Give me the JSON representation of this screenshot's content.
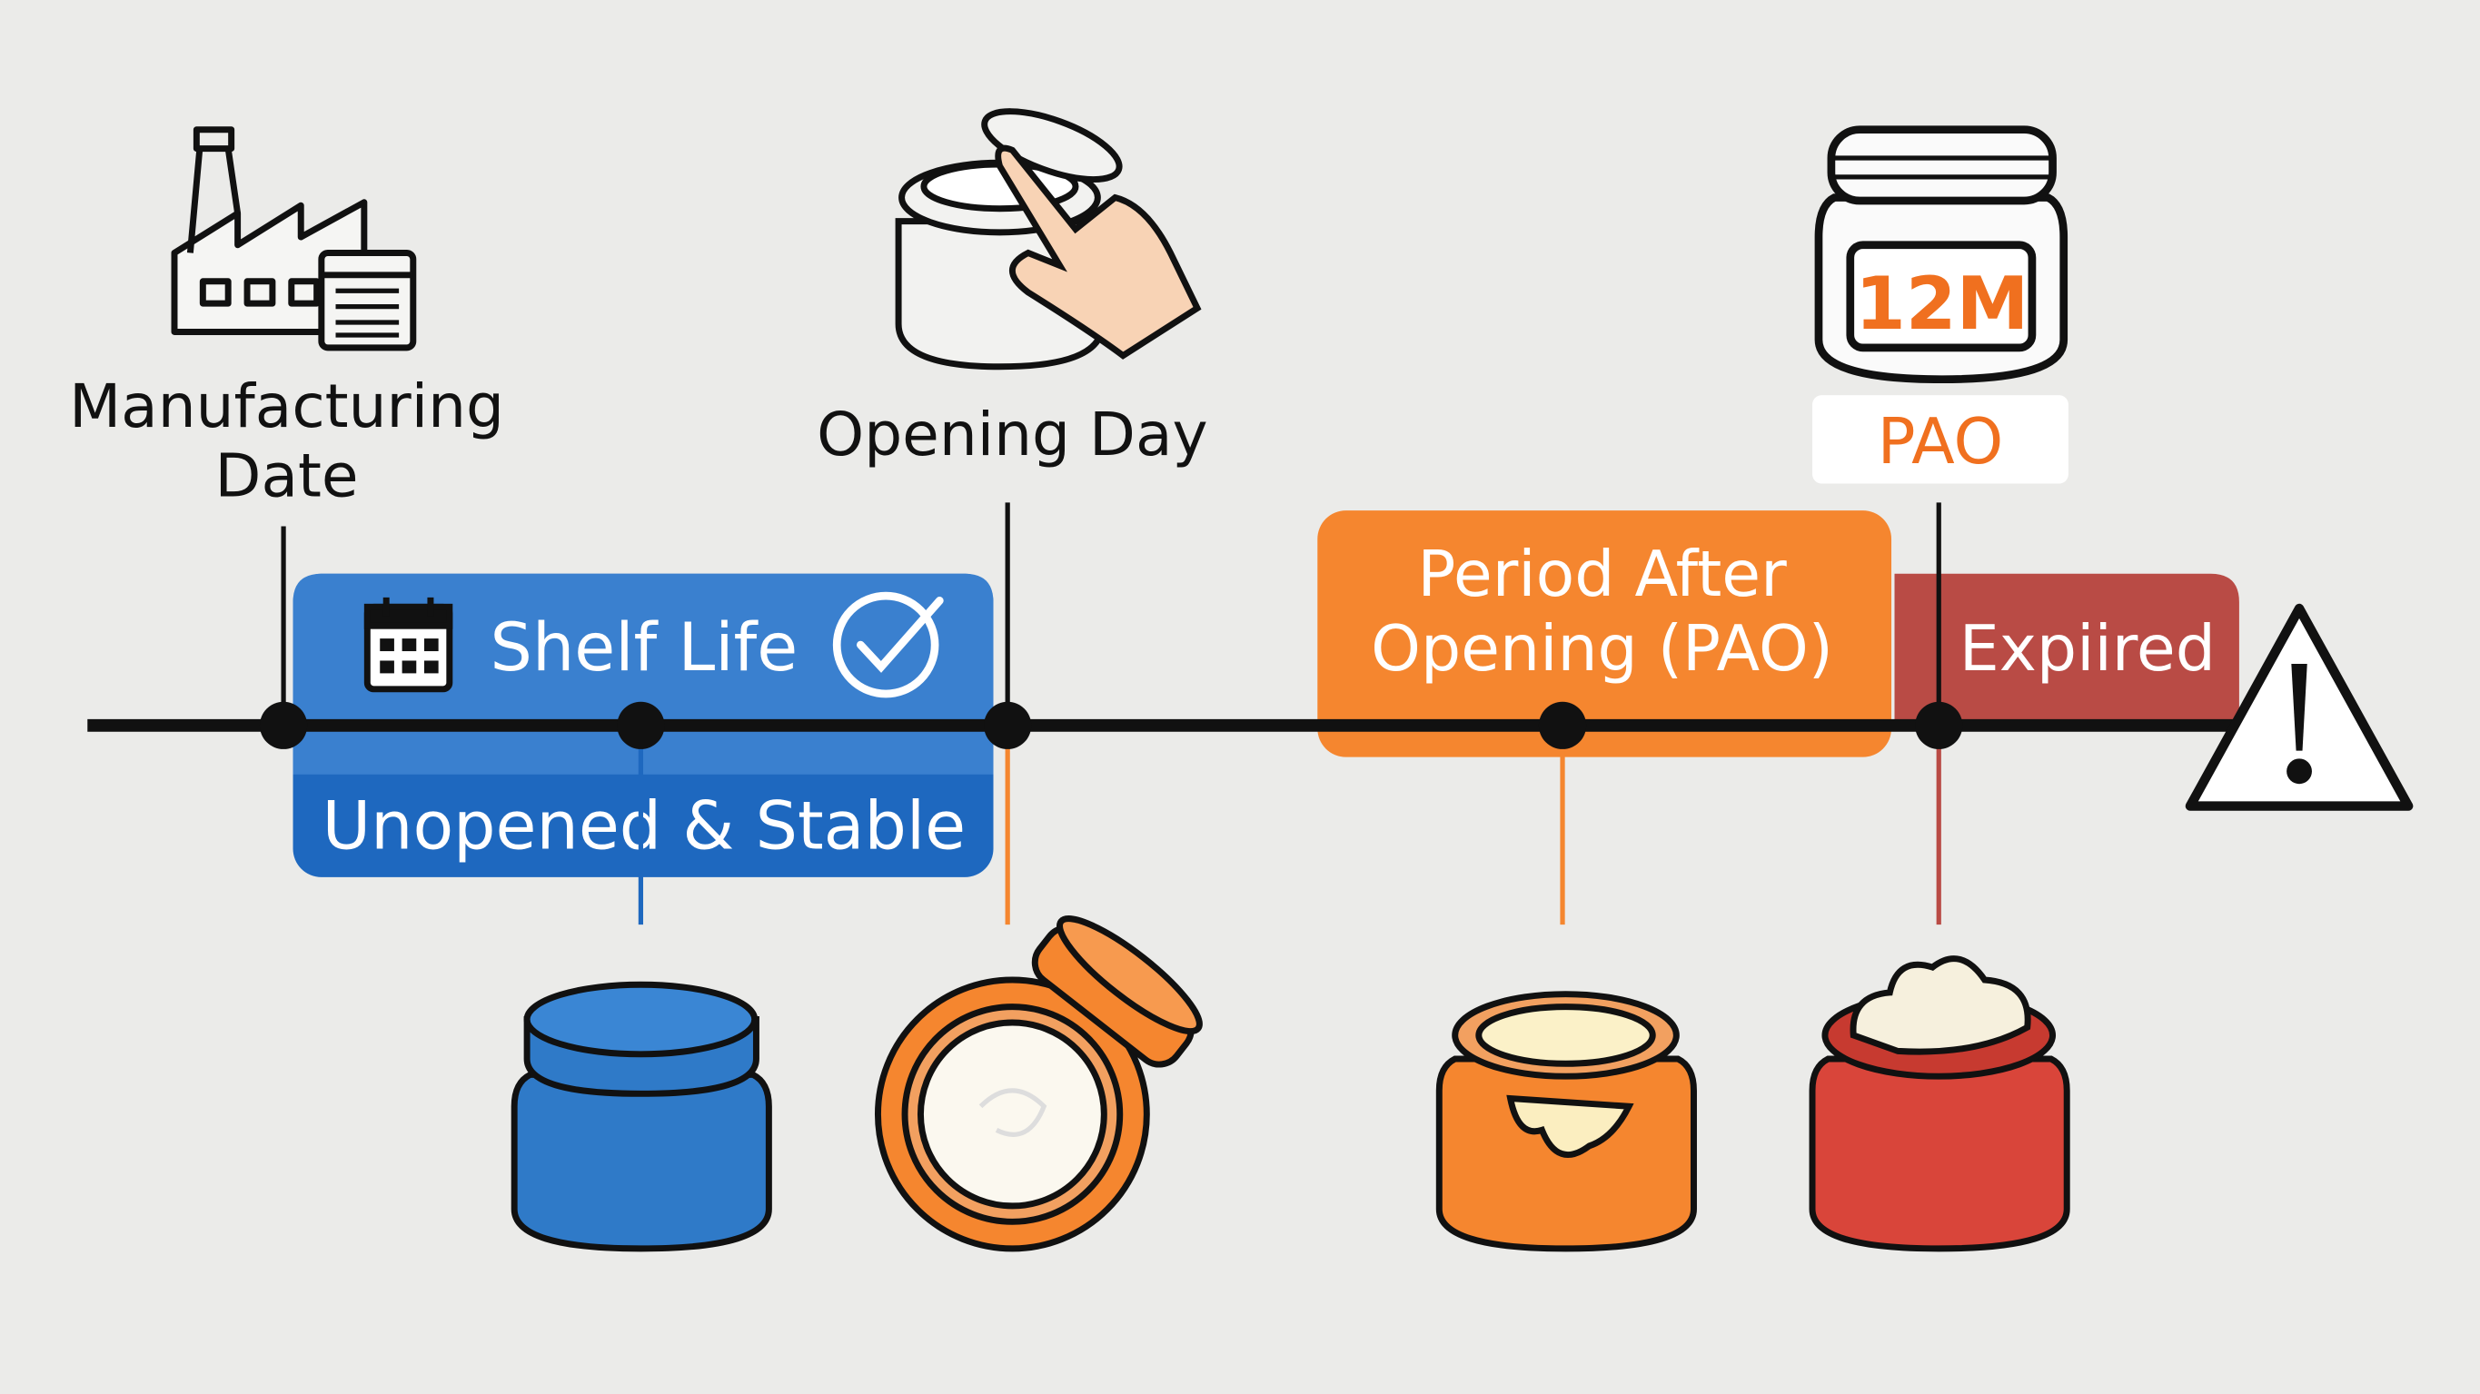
{
  "labels": {
    "manufacturing_line1": "Manufacturing",
    "manufacturing_line2": "Date",
    "opening_day": "Opening Day",
    "pao_badge": "PAO",
    "jar_label": "12M"
  },
  "phases": {
    "shelf_life": "Shelf Life",
    "unopened": "Unopened & Stable",
    "pao_line1": "Period After",
    "pao_line2": "Opening (PAO)",
    "expired": "Expiired"
  },
  "colors": {
    "background": "#ebebe9",
    "blue_light": "#3a80cf",
    "blue_dark": "#1e68bf",
    "orange": "#f5862f",
    "red": "#b94b45",
    "jar_red": "#d9453a",
    "black": "#111111"
  },
  "icons": [
    "factory-icon",
    "calendar-icon",
    "check-circle-icon",
    "hand-opening-jar-icon",
    "jar-12m-icon",
    "warning-icon",
    "closed-blue-jar-icon",
    "open-orange-jar-icon",
    "orange-jar-icon",
    "expired-red-jar-icon"
  ]
}
